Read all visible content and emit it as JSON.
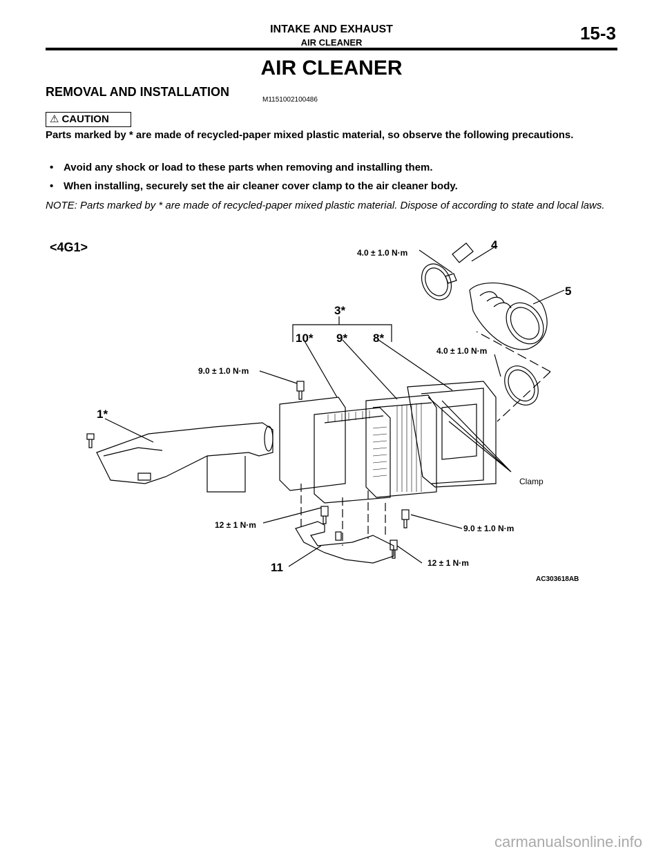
{
  "header": {
    "section_title": "INTAKE AND EXHAUST",
    "subsection_title": "AIR CLEANER",
    "page_number": "15-3"
  },
  "page_title": "AIR CLEANER",
  "section": {
    "title": "REMOVAL AND INSTALLATION",
    "id": "M1151002100486"
  },
  "caution": {
    "label": "CAUTION",
    "text": "Parts marked by * are made of recycled-paper mixed plastic material, so observe the following precautions.",
    "bullets": [
      "Avoid any shock or load to these parts when removing and installing them.",
      "When installing, securely set the air cleaner cover clamp to the air cleaner body."
    ]
  },
  "note": "NOTE: Parts marked by * are made of recycled-paper mixed plastic material. Dispose of according to state and local laws.",
  "figure": {
    "tag": "<4G1>",
    "callouts": {
      "c1": "1*",
      "c3": "3*",
      "c4": "4",
      "c5": "5",
      "c8": "8*",
      "c9": "9*",
      "c10": "10*",
      "c11": "11"
    },
    "torques": {
      "t_top": "4.0 ± 1.0 N·m",
      "t_mid_right": "4.0 ± 1.0 N·m",
      "t_left": "9.0 ± 1.0 N·m",
      "t_bottom_right": "9.0 ± 1.0 N·m",
      "t_bottom_left": "12 ± 1 N·m",
      "t_bottom_center": "12 ± 1 N·m"
    },
    "clamp_label": "Clamp",
    "figure_id": "AC303618AB"
  },
  "watermark": "carmanualsonline.info"
}
